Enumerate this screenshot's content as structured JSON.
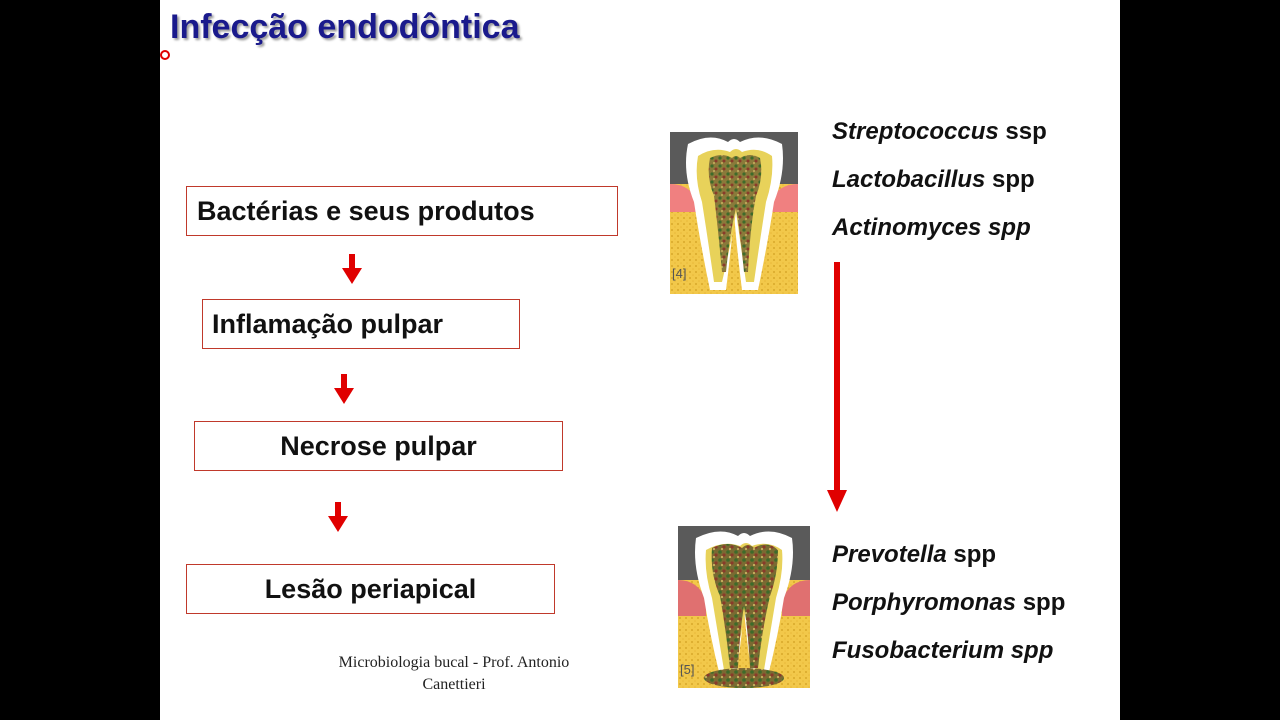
{
  "slide": {
    "title": "Infecção endodôntica",
    "flow": [
      {
        "label": "Bactérias e seus produtos"
      },
      {
        "label": "Inflamação pulpar"
      },
      {
        "label": "Necrose pulpar"
      },
      {
        "label": "Lesão periapical"
      }
    ],
    "bacteria_top": [
      {
        "genus": "Streptococcus",
        "suffix": " ssp",
        "suffix_italic": false
      },
      {
        "genus": "Lactobacillus",
        "suffix": " spp",
        "suffix_italic": false
      },
      {
        "genus": "Actinomyces",
        "suffix": " spp",
        "suffix_italic": true
      }
    ],
    "bacteria_bottom": [
      {
        "genus": "Prevotella",
        "suffix": " spp",
        "suffix_italic": false
      },
      {
        "genus": "Porphyromonas",
        "suffix": " spp",
        "suffix_italic": false
      },
      {
        "genus": "Fusobacterium",
        "suffix": " spp",
        "suffix_italic": true
      }
    ],
    "figure_top_label": "[4]",
    "figure_bottom_label": "[5]",
    "footer_line1": "Microbiologia bucal - Prof. Antonio",
    "footer_line2": "Canettieri"
  },
  "colors": {
    "title": "#1a1a8c",
    "arrow": "#e00000",
    "box_border": "#c0392b",
    "tooth_bone": "#f2c84a",
    "gum": "#f08080",
    "enamel": "#ffffff",
    "background_dark": "#555555",
    "bacteria_colony": "#6b5a2a"
  },
  "icons": {
    "flow_arrow": "down-arrow-icon",
    "progression_arrow": "long-down-arrow-icon"
  }
}
